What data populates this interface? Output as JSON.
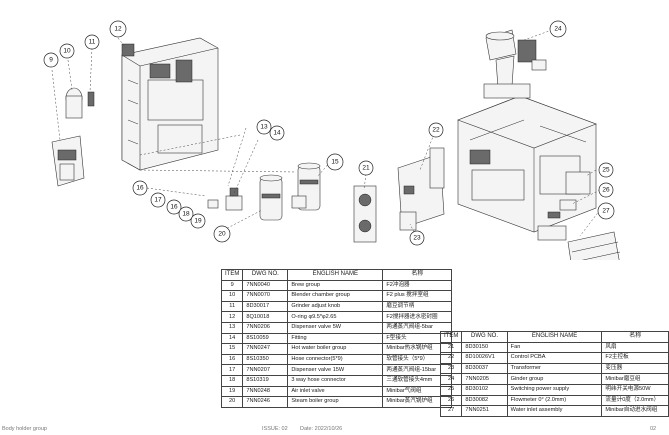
{
  "callouts": [
    "9",
    "10",
    "11",
    "12",
    "13",
    "14",
    "15",
    "16",
    "17",
    "16",
    "18",
    "19",
    "20",
    "21",
    "22",
    "23",
    "24",
    "25",
    "26",
    "27"
  ],
  "table_left": {
    "headers": {
      "item": "ITEM",
      "dwg": "DWG NO.",
      "english": "ENGLISH NAME",
      "chinese": "名称"
    },
    "rows": [
      {
        "item": "9",
        "dwg": "7NN0040",
        "english": "Brew group",
        "chinese": "F2冲泡器"
      },
      {
        "item": "10",
        "dwg": "7NN0070",
        "english": "Blender chamber group",
        "chinese": "F2 plus 搅拌室组"
      },
      {
        "item": "11",
        "dwg": "8D30017",
        "english": "Grinder adjust knob",
        "chinese": "磨豆调节柄"
      },
      {
        "item": "12",
        "dwg": "8Q10018",
        "english": "O-ring φ9.5*φ2.65",
        "chinese": "F2搅拌器进水密封圈"
      },
      {
        "item": "13",
        "dwg": "7NN0206",
        "english": "Dispenser valve 5W",
        "chinese": "两通蒸汽阀组-5bar"
      },
      {
        "item": "14",
        "dwg": "8S10059",
        "english": "Fitting",
        "chinese": "F型接头"
      },
      {
        "item": "15",
        "dwg": "7NN0247",
        "english": "Hot water boiler group",
        "chinese": "Minibar热水锅炉组"
      },
      {
        "item": "16",
        "dwg": "8S10350",
        "english": "Hose connector(5*9)",
        "chinese": "软管接头（5*9）"
      },
      {
        "item": "17",
        "dwg": "7NN0207",
        "english": "Dispenser valve 15W",
        "chinese": "两通蒸汽阀组-15bar"
      },
      {
        "item": "18",
        "dwg": "8S10319",
        "english": "3 way hose connector",
        "chinese": "三通软管接头4mm"
      },
      {
        "item": "19",
        "dwg": "7NN0248",
        "english": "Air inlet valve",
        "chinese": "Minibar气阀组"
      },
      {
        "item": "20",
        "dwg": "7NN0246",
        "english": "Steam boiler group",
        "chinese": "Minibar蒸汽锅炉组"
      }
    ]
  },
  "table_right": {
    "headers": {
      "item": "ITEM",
      "dwg": "DWG NO.",
      "english": "ENGLISH NAME",
      "chinese": "名称"
    },
    "rows": [
      {
        "item": "21",
        "dwg": "8D30150",
        "english": "Fan",
        "chinese": "风扇"
      },
      {
        "item": "22",
        "dwg": "8D10026V1",
        "english": "Control PCBA",
        "chinese": "F2主控板"
      },
      {
        "item": "23",
        "dwg": "8D30037",
        "english": "Transformer",
        "chinese": "变压器"
      },
      {
        "item": "24",
        "dwg": "7NN0205",
        "english": "Ginder group",
        "chinese": "Minibar磨豆组"
      },
      {
        "item": "25",
        "dwg": "8D30102",
        "english": "Switching power supply",
        "chinese": "明纬开关电源50W"
      },
      {
        "item": "26",
        "dwg": "8D30082",
        "english": "Flowmeter 0° (2.0mm)",
        "chinese": "流量计0度（2.0mm）"
      },
      {
        "item": "27",
        "dwg": "7NN0251",
        "english": "Water inlet assembly",
        "chinese": "Minibar自动进水阀组"
      }
    ]
  },
  "footer": {
    "left": "Body holder group",
    "issue": "ISSUE: 02",
    "date": "Date: 2022/10/26",
    "page": "02"
  }
}
